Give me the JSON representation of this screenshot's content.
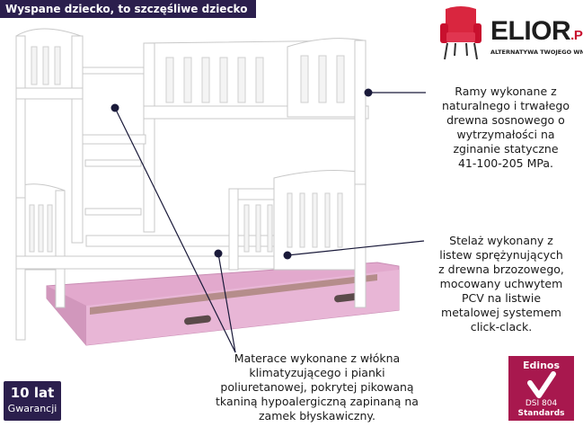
{
  "banner": {
    "text": "Wyspane dziecko, to szczęśliwe dziecko"
  },
  "logo": {
    "brand": "ELIOR",
    "suffix": ".PL",
    "tagline": "ALTERNATYWA TWOJEGO WNĘTRZA"
  },
  "callouts": [
    {
      "lines": [
        "Ramy wykonane z",
        "naturalnego i trwałego",
        "drewna sosnowego o",
        "wytrzymałości na",
        "zginanie statyczne",
        "41-100-205 MPa."
      ]
    },
    {
      "lines": [
        "Stelaż wykonany z",
        "listew sprężynujących",
        "z drewna brzozowego,",
        "mocowany uchwytem",
        "PCV na listwie",
        "metalowej systemem",
        "click-clack."
      ]
    },
    {
      "lines": [
        "Materace wykonane z włókna",
        "klimatyzującego i pianki",
        "poliuretanowej, pokrytej pikowaną",
        "tkaniną hypoalergiczną zapinaną na",
        "zamek błyskawiczny."
      ]
    }
  ],
  "guarantee": {
    "years": "10 lat",
    "label": "Gwarancji"
  },
  "edinos": {
    "name": "Edinos",
    "dsi": "DSI",
    "number": "804",
    "standards": "Standards"
  },
  "colors": {
    "banner": "#2b1f4d",
    "drawer": "#e8b6d6",
    "frame": "#ffffff",
    "brand_red": "#c8102e",
    "edinos": "#a8184e"
  }
}
